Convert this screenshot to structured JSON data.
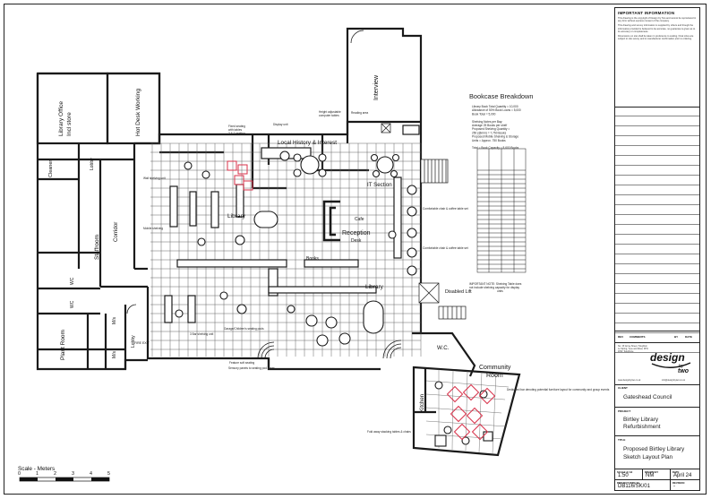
{
  "info": {
    "heading": "IMPORTANT INFORMATION",
    "para1": "This drawing is the copyright of Design by Two and cannot be reproduced in any form without express consent of the company.",
    "para2": "This drawing and survey information is supplied by others and though the information provided is believed to be accurate, no guarantee is given as to its accuracy or completeness.",
    "para3": "Dimensions on site shall be taken in preference to scaling. Final sizes are subject to site survey and to manufacturer confirmation prior to ordering."
  },
  "rooms": {
    "library_office": "Library Office",
    "incl_store": "Incl store",
    "hot_desk": "Hot Desk Working",
    "interview": "Interview",
    "cleaner": "Cleaner",
    "lobby": "Lobby",
    "corridor": "Corridor",
    "staffroom": "Staffroom",
    "wc": "WC",
    "plant_room": "Plant Room",
    "lobby2": "Lobby",
    "mh": "M/s",
    "community": "Community",
    "community2": "Room",
    "kitchen": "Kitchen",
    "wc2": "W.C.",
    "disabled_lift": "Disabled Lift",
    "library": "Library",
    "library2": "Library",
    "reception": "Reception",
    "reception2": "Desk",
    "it_section": "IT Section",
    "books_interest": "Local History & Interest",
    "cafe": "Cafe",
    "fire_exit": "FIRE EXIT",
    "books": "Books"
  },
  "bookcase": {
    "title": "Bookcase Breakdown",
    "lines": [
      "Library Book Total Quantity = 10,000",
      "Allowance of 50% Book Loans = 5,000",
      "Book Total = 5,000",
      "",
      "Shelving Notes per Bay:",
      "Average 25 Books per shelf",
      "Proposed Shelving Quantity =",
      "250 (@mm) = 7,750 Books",
      "Proposed Mobile Shelving & Storage",
      "Units = Approx. 750 Books",
      "",
      "Total = Book Capacity = 8,600 Books"
    ],
    "note1": "IMPORTANT NOTE: Shelving Table does",
    "note2": "not include shelving capacity for display",
    "note3": "units"
  },
  "annotations": {
    "height_adj": "Height adjustable",
    "computer_tables": "computer tables",
    "fixed_seating": "Fixed seating",
    "with_tables": "with tables",
    "combo_seats": "2 & 1 seating",
    "display_unit": "Display unit",
    "wall_shelving": "Wall shelving unit",
    "mobile_shelving": "Mobile shelving",
    "feature_seat": "Feature soft seating",
    "reading_area": "Reading area",
    "comfortable": "Comfortable chair & coffee table set",
    "fold_away": "Fold away stacking tables & chairs",
    "dedicated": "Dedicated bar denoting potential furniture layout for community and group events",
    "sensory": "Sensory panels to seating pod areas",
    "garage": "Garage/Children's seating pods",
    "bar_seating": "3 Bar shelving unit"
  },
  "scale": {
    "label": "Scale - Meters",
    "ticks": [
      "0",
      "1",
      "2",
      "3",
      "4",
      "5"
    ]
  },
  "titleblock": {
    "rev_label": "REV",
    "comments_label": "COMMENTS",
    "by_label": "BY",
    "date_label": "DATE",
    "address": "No. 15 Grove Street, Houghton Le Spring, Tyne and Wear, DH4 4HW. Telephone",
    "website": "www.designbytwo.co.uk",
    "email": "info@designbytwo.co.uk",
    "logo_top": "design",
    "logo_mid": "by",
    "logo_bottom": "two",
    "client_label": "CLIENT",
    "client": "Gateshead Council",
    "project_label": "PROJECT",
    "project1": "Birtley Library",
    "project2": "Refurbishment",
    "title_label": "TITLE",
    "title1": "Proposed Birtley Library",
    "title2": "Sketch Layout Plan",
    "scale_label": "SCALE @ A3",
    "scale_val": "1:50",
    "drawn_label": "DRAWN BY",
    "drawn_val": "NM",
    "date_label2": "DATE",
    "date_val": "April 24",
    "projno_label": "PROJECT DWG No.",
    "projno_val": "DB116/SK/01",
    "revision_label": "REVISION",
    "revision_val": "-"
  },
  "colors": {
    "line": "#1a1a1a",
    "furniture_red": "#d8324a",
    "grid": "#555555"
  }
}
